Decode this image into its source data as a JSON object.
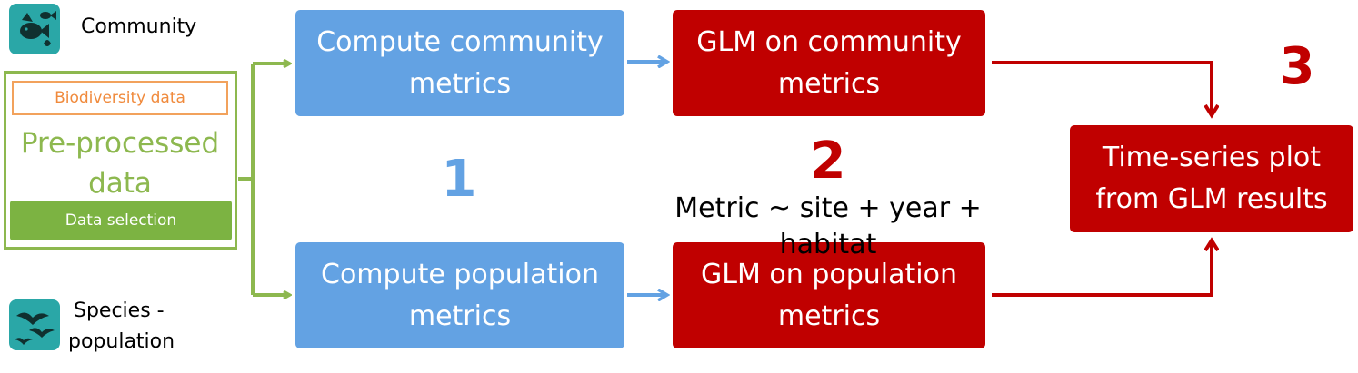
{
  "legend": {
    "community": {
      "icon": "fish-icon",
      "label": "Community"
    },
    "species": {
      "icon": "birds-icon",
      "label_line1": "Species -",
      "label_line2": "population"
    }
  },
  "input_panel": {
    "biodiversity_label": "Biodiversity data",
    "preprocessed_line1": "Pre-processed",
    "preprocessed_line2": "data",
    "data_selection_label": "Data selection"
  },
  "steps": {
    "step1": "1",
    "step2": "2",
    "step3": "3",
    "formula": "Metric ~ site + year + habitat"
  },
  "boxes": {
    "compute_community": {
      "line1": "Compute community",
      "line2": "metrics"
    },
    "compute_population": {
      "line1": "Compute population",
      "line2": "metrics"
    },
    "glm_community": {
      "line1": "GLM on community",
      "line2": "metrics"
    },
    "glm_population": {
      "line1": "GLM on population",
      "line2": "metrics"
    },
    "time_series": {
      "line1": "Time-series plot",
      "line2": "from GLM results"
    }
  },
  "colors": {
    "blue": "#63a2e3",
    "red": "#c00000",
    "green": "#8db84f",
    "green_fill": "#7cb342",
    "orange": "#f2a25c",
    "teal": "#2aa7a7"
  }
}
